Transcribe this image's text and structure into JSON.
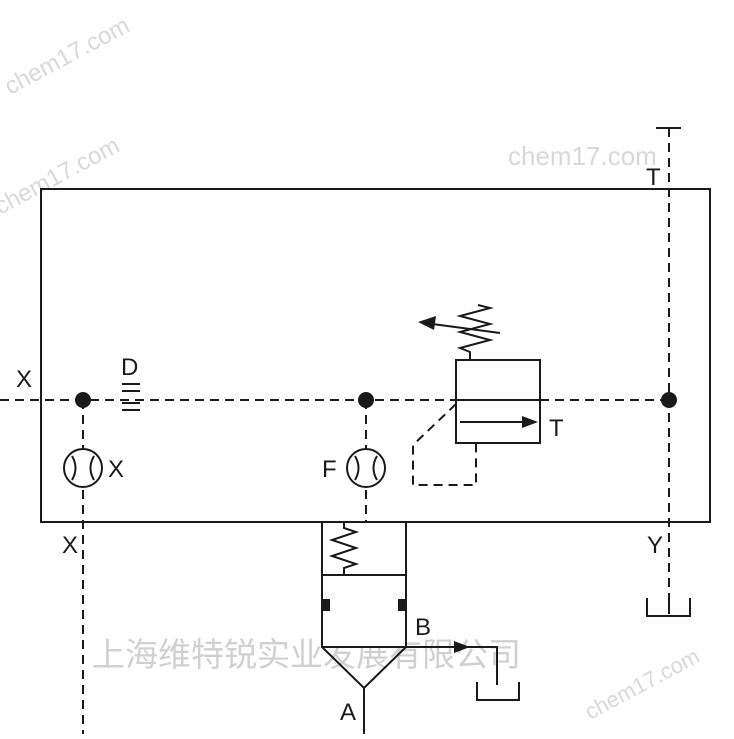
{
  "labels": {
    "x_left": "X",
    "d": "D",
    "x_orifice": "X",
    "f": "F",
    "t_right": "T",
    "t_top": "T",
    "x_bottom": "X",
    "y_bottom": "Y",
    "b": "B",
    "a": "A"
  },
  "watermarks": {
    "top_left": "chem17.com",
    "mid_left": "chem17.com",
    "top_right": "chem17.com",
    "bottom_right": "chem17.com",
    "company": "上海维特锐实业发展有限公司"
  },
  "colors": {
    "line": "#1a1a1a",
    "watermark": "#d8d8d8"
  }
}
